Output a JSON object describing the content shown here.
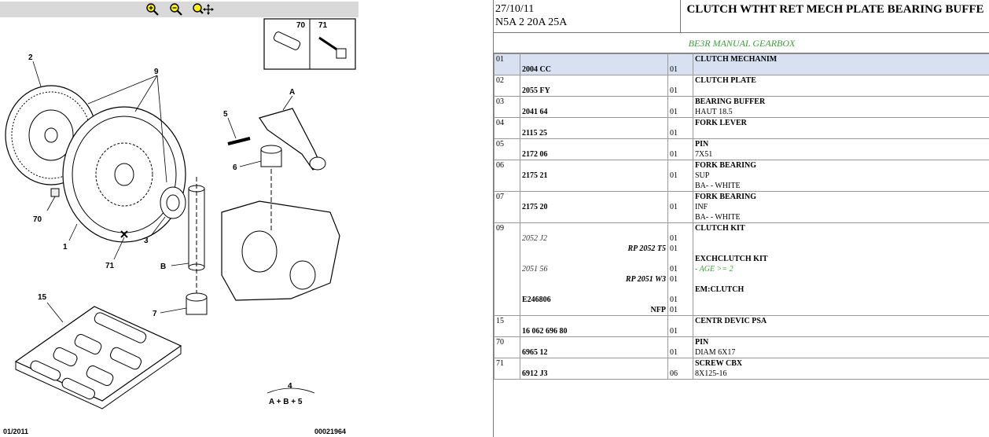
{
  "toolbar": {
    "zoom_in_icon": "zoom-in-icon",
    "zoom_out_icon": "zoom-out-icon",
    "pan_icon": "zoom-move-icon"
  },
  "diagram": {
    "callouts": {
      "c2": "2",
      "c9": "9",
      "c70top": "70",
      "c71top": "71",
      "cA": "A",
      "c5": "5",
      "c6": "6",
      "c70": "70",
      "c1": "1",
      "c3": "3",
      "c71": "71",
      "cB": "B",
      "c7": "7",
      "c15": "15",
      "c4": "4",
      "cABplus": "A + B + 5"
    },
    "footer_left": "01/2011",
    "footer_right": "00021964"
  },
  "header": {
    "date": "27/10/11",
    "engine": "N5A 2 20A 25A",
    "title": "CLUTCH WTHT RET MECH PLATE BEARING BUFFE"
  },
  "gearbox": "BE3R MANUAL GEARBOX",
  "rows": [
    {
      "idx": "01",
      "selected": true,
      "refs": [
        {
          "t": "",
          "k": "blank"
        },
        {
          "t": "2004 CC",
          "k": "main"
        }
      ],
      "qty": [
        "",
        "01"
      ],
      "desc": [
        {
          "t": "CLUTCH MECHANIM",
          "k": "title"
        }
      ]
    },
    {
      "idx": "02",
      "refs": [
        {
          "t": "",
          "k": "blank"
        },
        {
          "t": "2055 FY",
          "k": "main"
        }
      ],
      "qty": [
        "",
        "01"
      ],
      "desc": [
        {
          "t": "CLUTCH PLATE",
          "k": "title"
        }
      ]
    },
    {
      "idx": "03",
      "refs": [
        {
          "t": "",
          "k": "blank"
        },
        {
          "t": "2041 64",
          "k": "main"
        }
      ],
      "qty": [
        "",
        "01"
      ],
      "desc": [
        {
          "t": "BEARING BUFFER",
          "k": "title"
        },
        {
          "t": "HAUT 18.5",
          "k": "plain"
        }
      ]
    },
    {
      "idx": "04",
      "refs": [
        {
          "t": "",
          "k": "blank"
        },
        {
          "t": "2115 25",
          "k": "main"
        }
      ],
      "qty": [
        "",
        "01"
      ],
      "desc": [
        {
          "t": "FORK LEVER",
          "k": "title"
        }
      ]
    },
    {
      "idx": "05",
      "refs": [
        {
          "t": "",
          "k": "blank"
        },
        {
          "t": "2172 06",
          "k": "main"
        }
      ],
      "qty": [
        "",
        "01"
      ],
      "desc": [
        {
          "t": "PIN",
          "k": "title"
        },
        {
          "t": "7X51",
          "k": "plain"
        }
      ]
    },
    {
      "idx": "06",
      "refs": [
        {
          "t": "",
          "k": "blank"
        },
        {
          "t": "2175 21",
          "k": "main"
        }
      ],
      "qty": [
        "",
        "01"
      ],
      "desc": [
        {
          "t": "FORK BEARING",
          "k": "title"
        },
        {
          "t": "SUP",
          "k": "plain"
        },
        {
          "t": "BA- - WHITE",
          "k": "plain"
        }
      ]
    },
    {
      "idx": "07",
      "refs": [
        {
          "t": "",
          "k": "blank"
        },
        {
          "t": "2175 20",
          "k": "main"
        }
      ],
      "qty": [
        "",
        "01"
      ],
      "desc": [
        {
          "t": "FORK BEARING",
          "k": "title"
        },
        {
          "t": "INF",
          "k": "plain"
        },
        {
          "t": "BA- - WHITE",
          "k": "plain"
        }
      ]
    },
    {
      "idx": "09",
      "refs": [
        {
          "t": "",
          "k": "blank"
        },
        {
          "t": "2052 J2",
          "k": "alt"
        },
        {
          "t": "RP 2052 T5",
          "k": "rp"
        },
        {
          "t": "",
          "k": "blank"
        },
        {
          "t": "2051 56",
          "k": "alt"
        },
        {
          "t": "RP 2051 W3",
          "k": "rp"
        },
        {
          "t": "",
          "k": "blank"
        },
        {
          "t": "E246806",
          "k": "main"
        },
        {
          "t": "NFP",
          "k": "r"
        }
      ],
      "qty": [
        "",
        "01",
        "01",
        "",
        "01",
        "01",
        "",
        "01",
        "01"
      ],
      "desc": [
        {
          "t": "CLUTCH KIT",
          "k": "title"
        },
        {
          "t": "",
          "k": "plain"
        },
        {
          "t": "",
          "k": "plain"
        },
        {
          "t": "EXCHCLUTCH KIT",
          "k": "title"
        },
        {
          "t": "- AGE >= 2",
          "k": "green"
        },
        {
          "t": "",
          "k": "plain"
        },
        {
          "t": "EM:CLUTCH",
          "k": "title"
        }
      ]
    },
    {
      "idx": "15",
      "refs": [
        {
          "t": "",
          "k": "blank"
        },
        {
          "t": "16 062 696 80",
          "k": "main"
        }
      ],
      "qty": [
        "",
        "01"
      ],
      "desc": [
        {
          "t": "CENTR DEVIC PSA",
          "k": "title"
        }
      ]
    },
    {
      "idx": "70",
      "refs": [
        {
          "t": "",
          "k": "blank"
        },
        {
          "t": "6965 12",
          "k": "main"
        }
      ],
      "qty": [
        "",
        "01"
      ],
      "desc": [
        {
          "t": "PIN",
          "k": "title"
        },
        {
          "t": "DIAM 6X17",
          "k": "plain"
        }
      ]
    },
    {
      "idx": "71",
      "refs": [
        {
          "t": "",
          "k": "blank"
        },
        {
          "t": "6912 J3",
          "k": "main"
        }
      ],
      "qty": [
        "",
        "06"
      ],
      "desc": [
        {
          "t": "SCREW CBX",
          "k": "title"
        },
        {
          "t": "8X125-16",
          "k": "plain"
        }
      ]
    }
  ]
}
